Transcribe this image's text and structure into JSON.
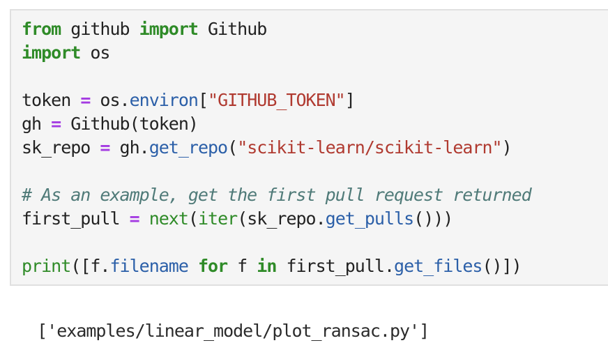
{
  "colors": {
    "page_background": "#ffffff",
    "cell_background": "#f5f5f5",
    "cell_border": "#e0e0e0",
    "plain_text": "#222222",
    "output_text": "#2b2b2b",
    "syntax": {
      "kw": "#2f8b28",
      "bi": "#2f8b28",
      "op": "#a43be2",
      "prop": "#2b5fa8",
      "str": "#b03a30",
      "com": "#4f7a78",
      "pl": "#222222"
    }
  },
  "code_cell": {
    "language": "python",
    "lines": [
      [
        [
          "from",
          "kw"
        ],
        [
          " github ",
          "pl"
        ],
        [
          "import",
          "kw"
        ],
        [
          " Github",
          "pl"
        ]
      ],
      [
        [
          "import",
          "kw"
        ],
        [
          " os",
          "pl"
        ]
      ],
      [],
      [
        [
          "token ",
          "pl"
        ],
        [
          "=",
          "op"
        ],
        [
          " os.",
          "pl"
        ],
        [
          "environ",
          "prop"
        ],
        [
          "[",
          "pl"
        ],
        [
          "\"GITHUB_TOKEN\"",
          "str"
        ],
        [
          "]",
          "pl"
        ]
      ],
      [
        [
          "gh ",
          "pl"
        ],
        [
          "=",
          "op"
        ],
        [
          " Github(token)",
          "pl"
        ]
      ],
      [
        [
          "sk_repo ",
          "pl"
        ],
        [
          "=",
          "op"
        ],
        [
          " gh.",
          "pl"
        ],
        [
          "get_repo",
          "prop"
        ],
        [
          "(",
          "pl"
        ],
        [
          "\"scikit-learn/scikit-learn\"",
          "str"
        ],
        [
          ")",
          "pl"
        ]
      ],
      [],
      [
        [
          "# As an example, get the first pull request returned",
          "com"
        ]
      ],
      [
        [
          "first_pull ",
          "pl"
        ],
        [
          "=",
          "op"
        ],
        [
          " ",
          "pl"
        ],
        [
          "next",
          "bi"
        ],
        [
          "(",
          "pl"
        ],
        [
          "iter",
          "bi"
        ],
        [
          "(sk_repo.",
          "pl"
        ],
        [
          "get_pulls",
          "prop"
        ],
        [
          "()))",
          "pl"
        ]
      ],
      [],
      [
        [
          "print",
          "bi"
        ],
        [
          "([f.",
          "pl"
        ],
        [
          "filename",
          "prop"
        ],
        [
          " ",
          "pl"
        ],
        [
          "for",
          "kw"
        ],
        [
          " f ",
          "pl"
        ],
        [
          "in",
          "kw"
        ],
        [
          " first_pull.",
          "pl"
        ],
        [
          "get_files",
          "prop"
        ],
        [
          "()])",
          "pl"
        ]
      ]
    ]
  },
  "output": {
    "text": "['examples/linear_model/plot_ransac.py']"
  }
}
